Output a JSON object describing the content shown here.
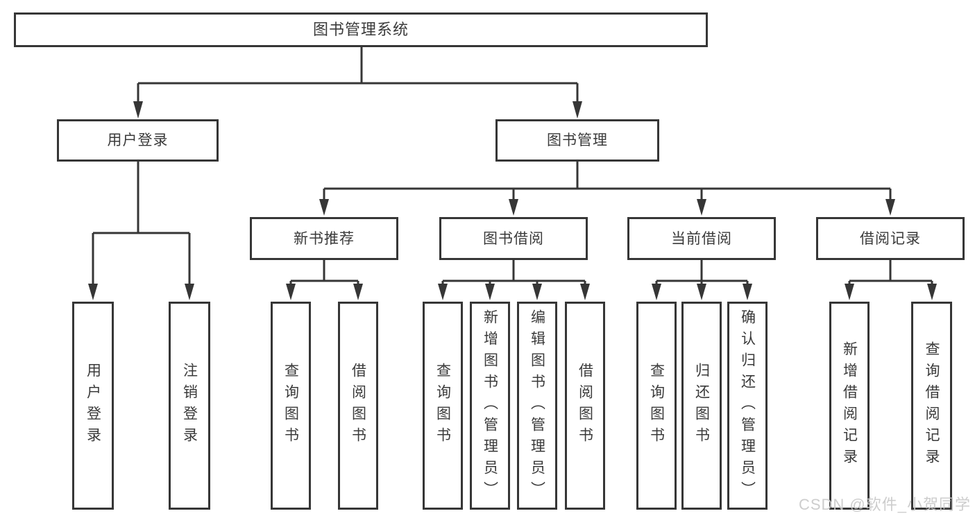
{
  "diagram": {
    "root": {
      "label": "图书管理系统"
    },
    "branches": [
      {
        "label": "用户登录",
        "children": [
          {
            "label": "用户登录"
          },
          {
            "label": "注销登录"
          }
        ]
      },
      {
        "label": "图书管理",
        "children": [
          {
            "label": "新书推荐",
            "children": [
              {
                "label": "查询图书"
              },
              {
                "label": "借阅图书"
              }
            ]
          },
          {
            "label": "图书借阅",
            "children": [
              {
                "label": "查询图书"
              },
              {
                "label": "新增图书（管理员）"
              },
              {
                "label": "编辑图书（管理员）"
              },
              {
                "label": "借阅图书"
              }
            ]
          },
          {
            "label": "当前借阅",
            "children": [
              {
                "label": "查询图书"
              },
              {
                "label": "归还图书"
              },
              {
                "label": "确认归还（管理员）"
              }
            ]
          },
          {
            "label": "借阅记录",
            "children": [
              {
                "label": "新增借阅记录"
              },
              {
                "label": "查询借阅记录"
              }
            ]
          }
        ]
      }
    ]
  },
  "watermark": {
    "text": "CSDN @软件_小贺同学"
  },
  "colors": {
    "line": "#363636",
    "text": "#3a3a3a",
    "watermark": "#c9c9c9",
    "background": "#ffffff"
  }
}
